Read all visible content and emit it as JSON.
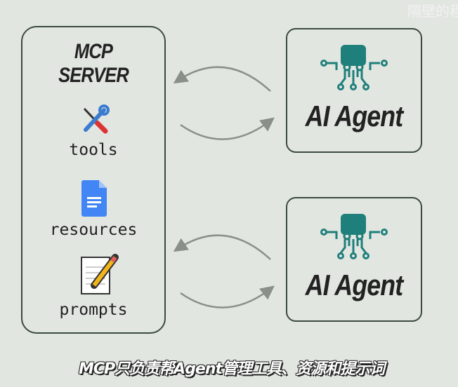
{
  "watermark": "隔壁的程",
  "server": {
    "title_line1": "MCP",
    "title_line2": "SERVER",
    "items": [
      {
        "label": "tools",
        "icon": "tools-icon"
      },
      {
        "label": "resources",
        "icon": "document-icon"
      },
      {
        "label": "prompts",
        "icon": "notepad-pencil-icon"
      }
    ]
  },
  "agents": [
    {
      "label": "AI Agent"
    },
    {
      "label": "AI Agent"
    }
  ],
  "caption": "MCP只负责帮Agent管理工具、资源和提示词",
  "colors": {
    "background": "#e2e6e1",
    "border": "#3a4a3e",
    "agent_icon": "#1f7f7a",
    "arrow": "#8a8f8a"
  }
}
